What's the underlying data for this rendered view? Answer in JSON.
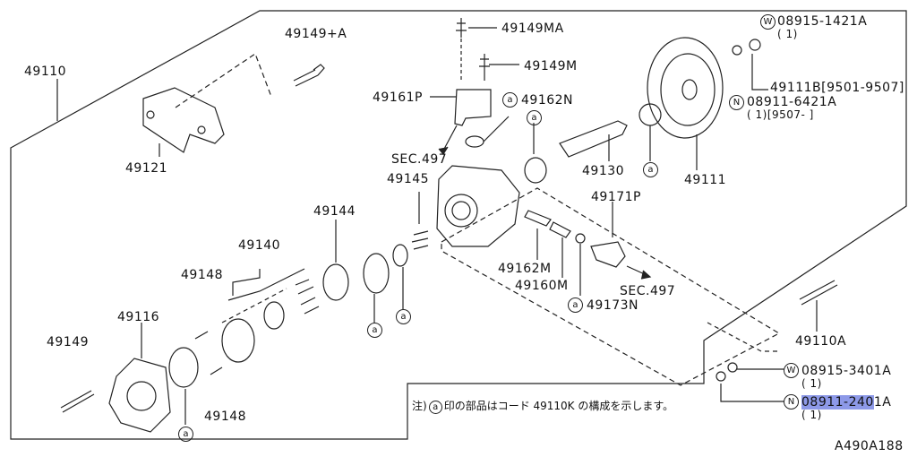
{
  "watermark": "",
  "labels": {
    "p49110": "49110",
    "p49149A": "49149+A",
    "p49149MA": "49149MA",
    "p49149M": "49149M",
    "p49161P": "49161P",
    "p49162N": "49162N",
    "w1_code": "08915-1421A",
    "w1_qty": "( 1)",
    "p49111B": "49111B[9501-9507]",
    "n1_code": "08911-6421A",
    "n1_qty": "( 1)[9507-     ]",
    "p49121": "49121",
    "sec497a": "SEC.497",
    "p49145": "49145",
    "p49130": "49130",
    "p49111": "49111",
    "p49171P": "49171P",
    "p49144": "49144",
    "p49140": "49140",
    "p49162M": "49162M",
    "p49160M": "49160M",
    "sec497b": "SEC.497",
    "p49173N": "49173N",
    "p49148a": "49148",
    "p49116": "49116",
    "p49149": "49149",
    "p49110A": "49110A",
    "w2_code": "08915-3401A",
    "w2_qty": "( 1)",
    "n2_code_hl": "08911-240",
    "n2_code_rest": "1A",
    "n2_qty": "( 1)",
    "p49148b": "49148",
    "diagram_id": "A490A188"
  },
  "circle_marks": {
    "w": "W",
    "n": "N",
    "a": "a"
  },
  "note": {
    "prefix": "注)",
    "mark": "a",
    "text": "印の部品はコード 49110K の構成を示します。"
  }
}
